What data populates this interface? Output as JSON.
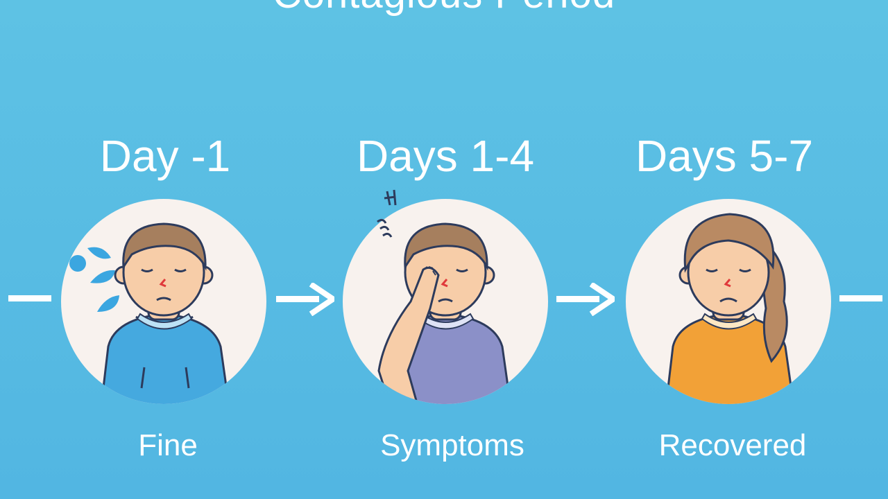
{
  "title": "Contagious Period",
  "stages": [
    {
      "day": "Day -1",
      "status": "Fine"
    },
    {
      "day": "Days 1-4",
      "status": "Symptoms"
    },
    {
      "day": "Days 5-7",
      "status": "Recovered"
    }
  ],
  "icons": [
    "water-drops-icon",
    "right-arrow-icon",
    "stress-marks-icon",
    "right-arrow-icon"
  ],
  "colors": {
    "background": "#56bce3",
    "circle": "#f8f2ee",
    "shirt_fine": "#45a9df",
    "shirt_symptoms": "#8b90c8",
    "shirt_recovered": "#f2a137",
    "drops": "#3ba6e0"
  }
}
